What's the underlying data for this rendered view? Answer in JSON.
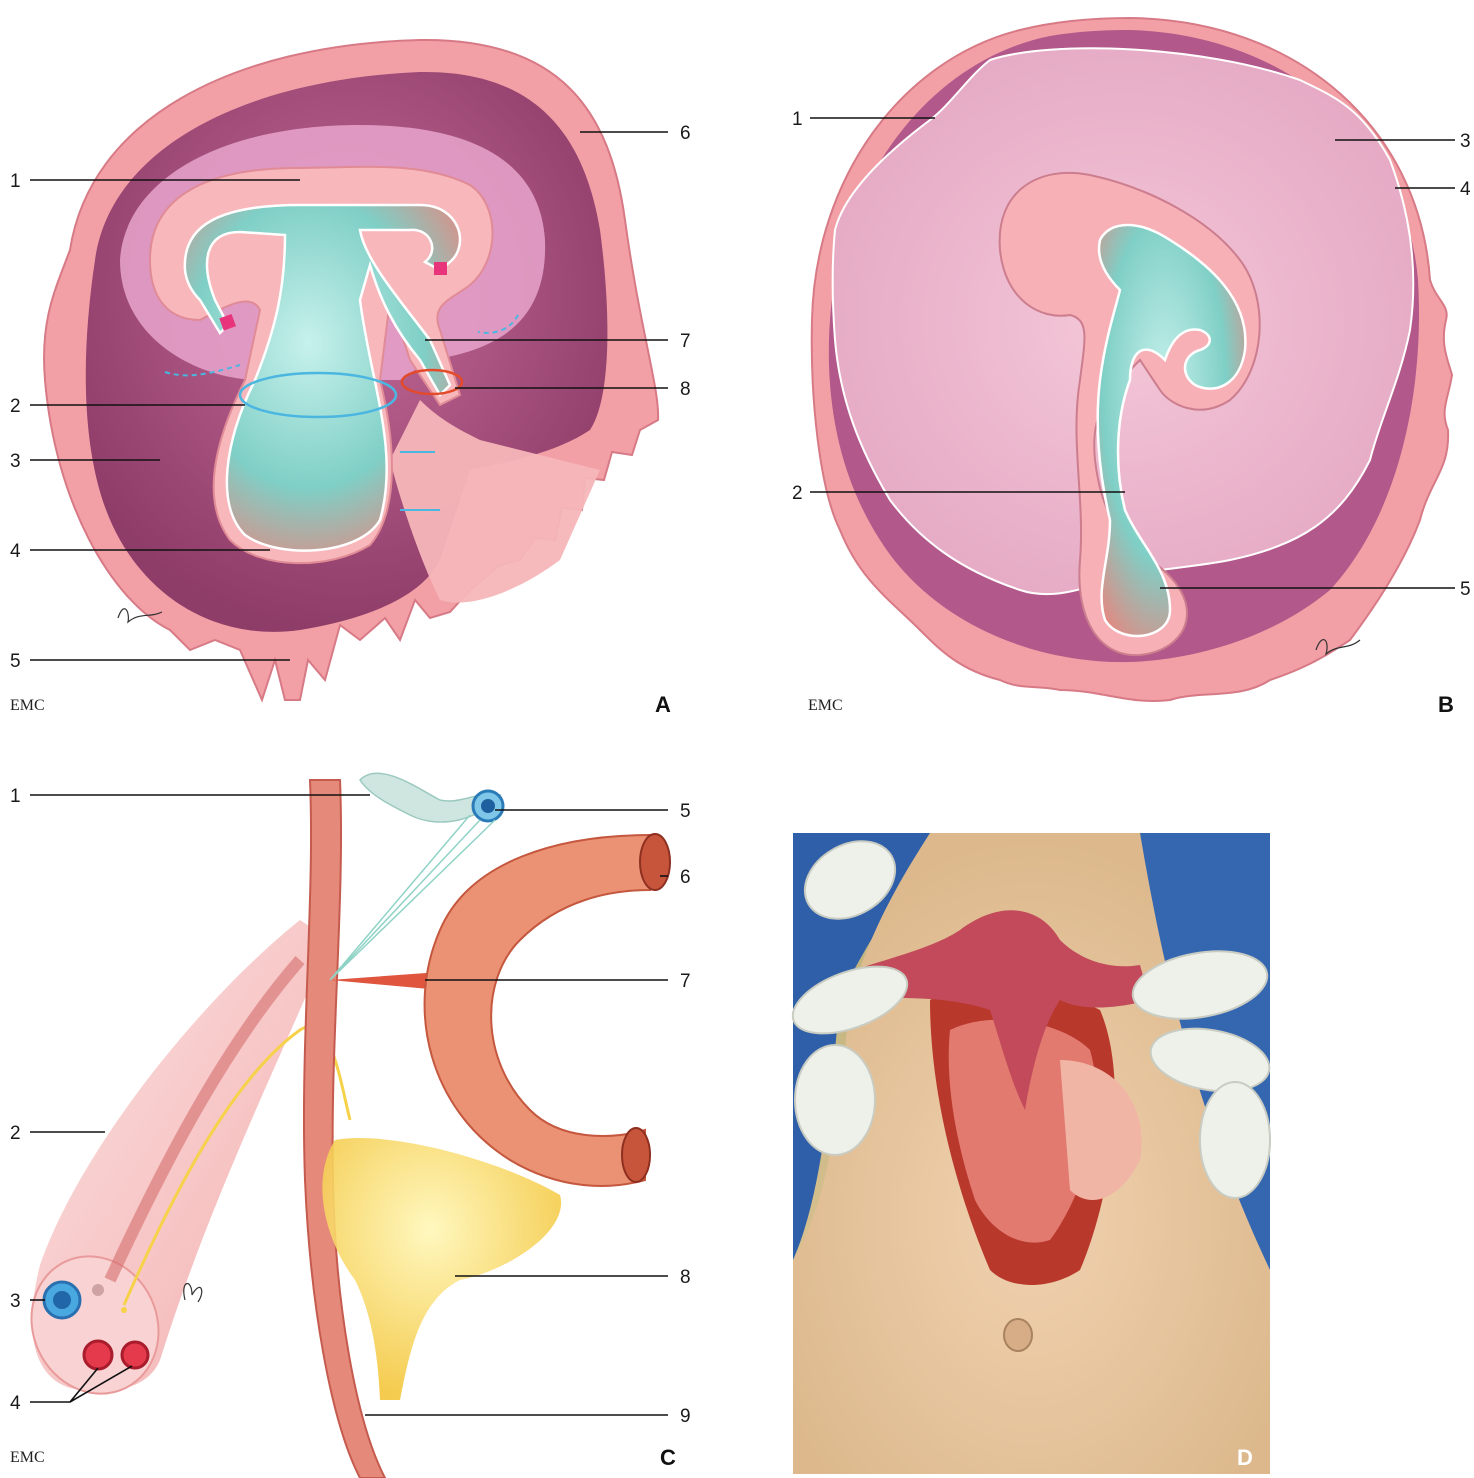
{
  "panels": {
    "A": {
      "letter": "A",
      "emc": "EMC",
      "labels": {
        "l1": "1",
        "l2": "2",
        "l3": "3",
        "l4": "4",
        "l5": "5",
        "l6": "6",
        "l7": "7",
        "l8": "8"
      }
    },
    "B": {
      "letter": "B",
      "emc": "EMC",
      "labels": {
        "l1": "1",
        "l2": "2",
        "l3": "3",
        "l4": "4",
        "l5": "5"
      }
    },
    "C": {
      "letter": "C",
      "emc": "EMC",
      "labels": {
        "l1": "1",
        "l2": "2",
        "l3": "3",
        "l4": "4",
        "l5": "5",
        "l6": "6",
        "l7": "7",
        "l8": "8",
        "l9": "9"
      }
    },
    "D": {
      "letter": "D"
    }
  },
  "colors": {
    "amnion_pink": "#f4a6aa",
    "cavity_dark": "#a8507c",
    "endoderm_teal": "#7ecdc4",
    "vessel_red": "#d9604c",
    "yolk_yellow": "#f6d24a"
  }
}
